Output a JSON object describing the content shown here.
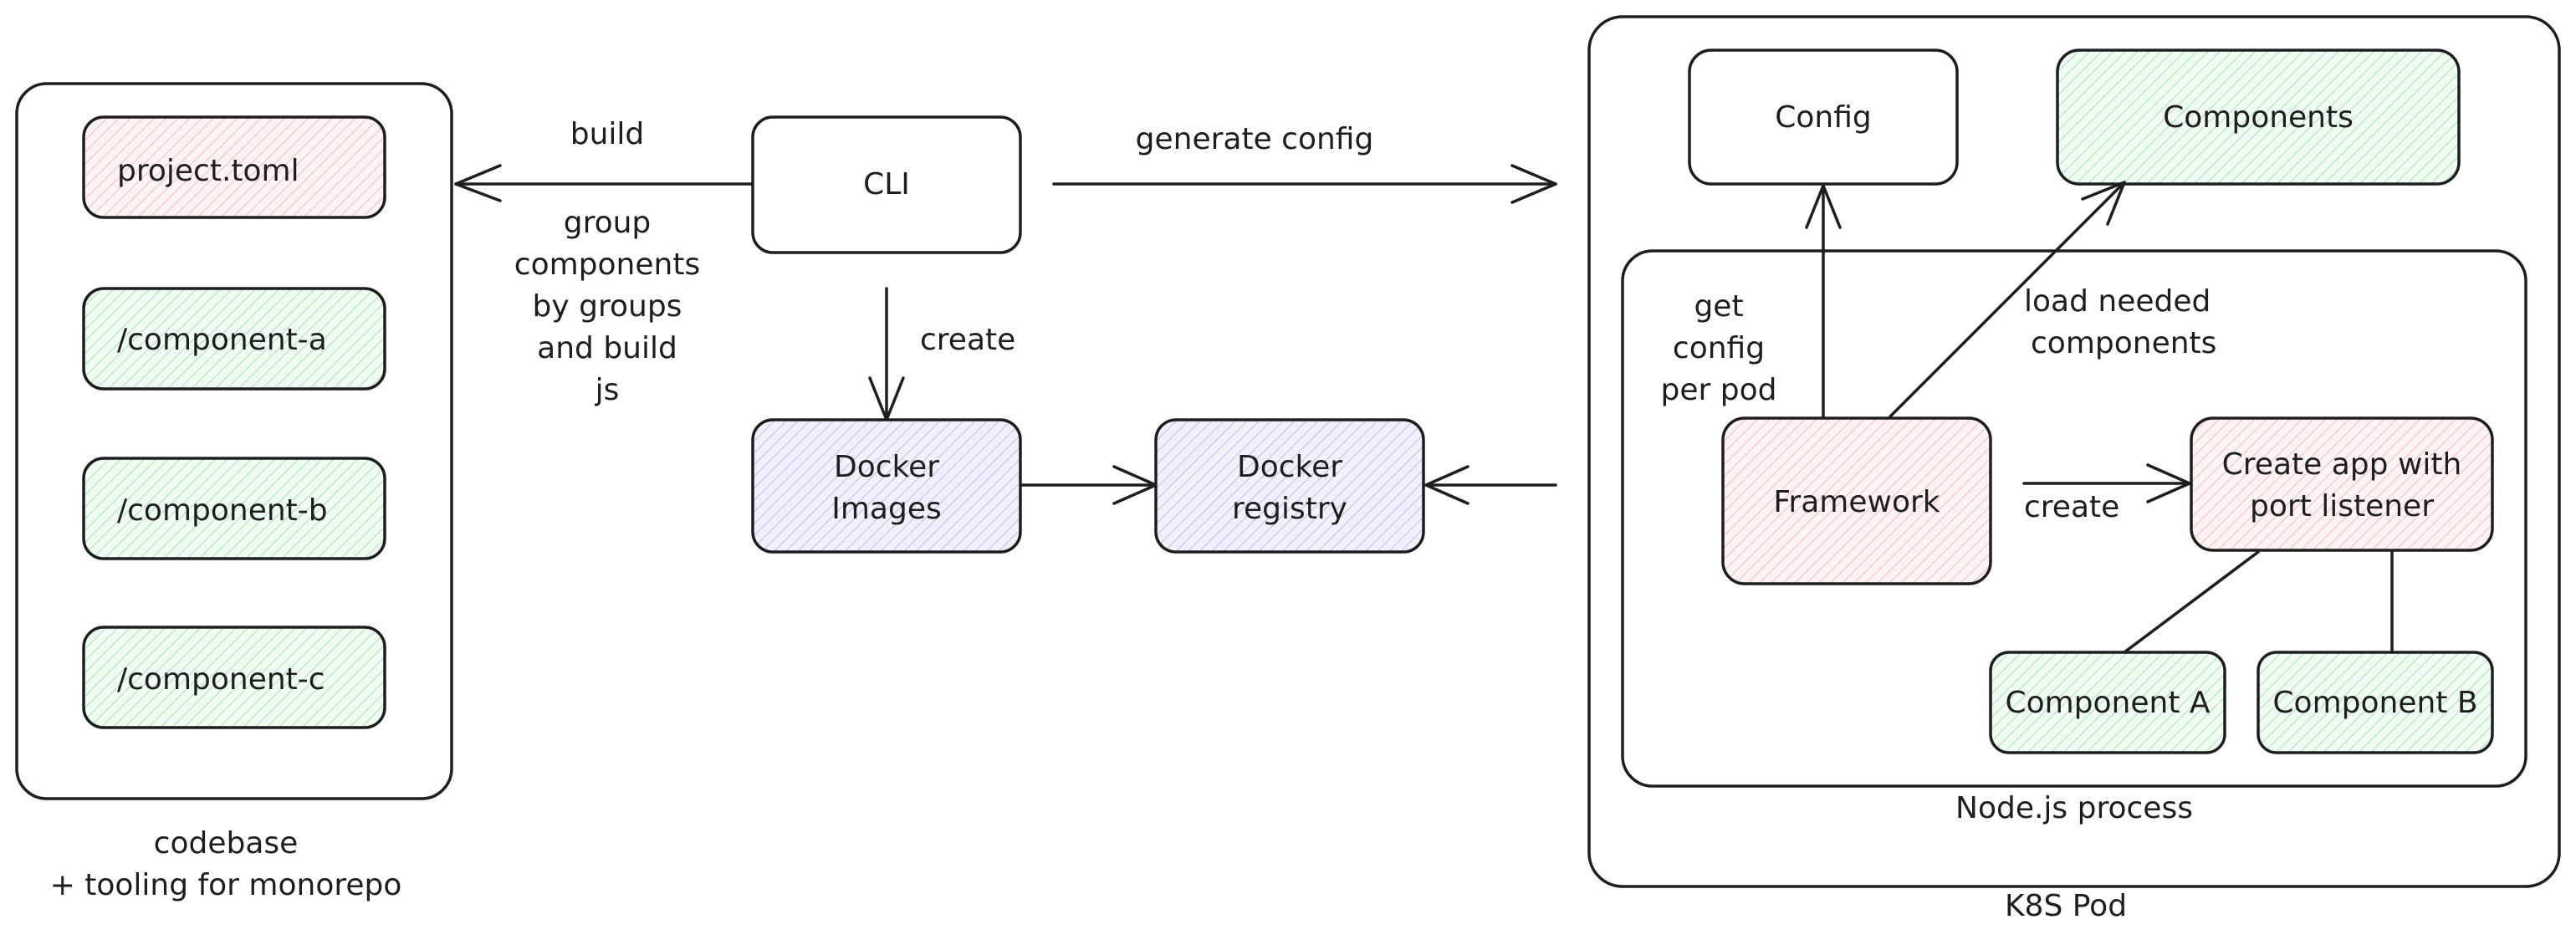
{
  "colors": {
    "pink": "#ffc9c9",
    "green": "#b2f2bb",
    "purple": "#d0bfff",
    "stroke": "#1e1e1e"
  },
  "nodes": {
    "project_toml": "project.toml",
    "component_a_dir": "/component-a",
    "component_b_dir": "/component-b",
    "component_c_dir": "/component-c",
    "codebase_line1": "codebase",
    "codebase_line2": "+ tooling for monorepo",
    "cli": "CLI",
    "docker_images_line1": "Docker",
    "docker_images_line2": "Images",
    "docker_registry_line1": "Docker",
    "docker_registry_line2": "registry",
    "config": "Config",
    "components": "Components",
    "framework": "Framework",
    "create_app_line1": "Create app with",
    "create_app_line2": "port listener",
    "component_a": "Component A",
    "component_b": "Component B",
    "nodejs_process": "Node.js process",
    "k8s_pod": "K8S Pod"
  },
  "edges": {
    "build": "build",
    "group_line1": "group",
    "group_line2": "components",
    "group_line3": "by groups",
    "group_line4": "and build",
    "group_line5": "js",
    "generate_config": "generate config",
    "create_images": "create",
    "get_config_line1": "get",
    "get_config_line2": "config",
    "get_config_line3": "per pod",
    "load_line1": "load needed",
    "load_line2": "components",
    "create_app": "create"
  }
}
